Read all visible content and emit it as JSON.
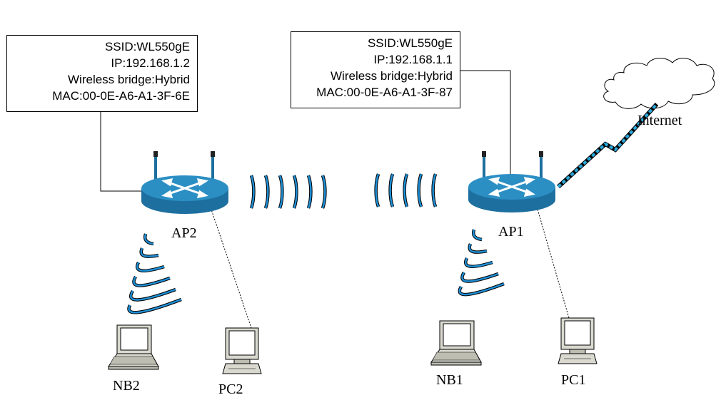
{
  "ap2": {
    "label": "AP2",
    "info": [
      "SSID:WL550gE",
      "IP:192.168.1.2",
      "Wireless bridge:Hybrid",
      "MAC:00-0E-A6-A1-3F-6E"
    ]
  },
  "ap1": {
    "label": "AP1",
    "info": [
      "SSID:WL550gE",
      "IP:192.168.1.1",
      "Wireless bridge:Hybrid",
      "MAC:00-0E-A6-A1-3F-87"
    ]
  },
  "clients": {
    "nb2": "NB2",
    "pc2": "PC2",
    "nb1": "NB1",
    "pc1": "PC1"
  },
  "internet": "Internet",
  "colors": {
    "router_top": "#2c8fc4",
    "router_side": "#1d6f9f",
    "wireless": "#1e8fd6",
    "internet_link": "#2aa7d9"
  }
}
